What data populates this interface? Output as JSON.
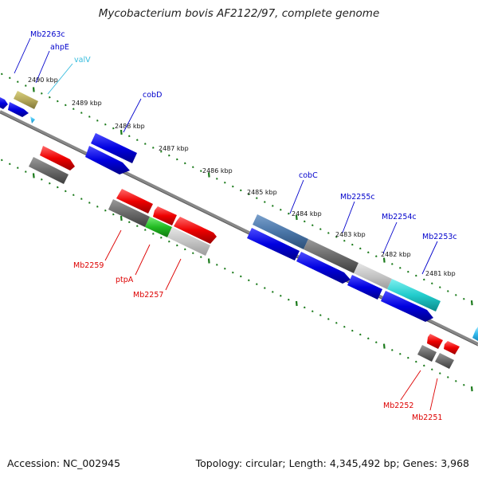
{
  "title": "Mycobacterium bovis AF2122/97, complete genome",
  "footer": {
    "accession": "Accession: NC_002945",
    "topology": "Topology: circular; Length: 4,345,492 bp; Genes: 3,968"
  },
  "colors": {
    "backbone": "#808080",
    "ticks": "#1a7a1a",
    "forward_label": "#0000cc",
    "reverse_label": "#dd0000",
    "trna_label": "#33bbdd"
  },
  "kbp_labels": [
    "2490 kbp",
    "2489 kbp",
    "2488 kbp",
    "2487 kbp",
    "2486 kbp",
    "2485 kbp",
    "2484 kbp",
    "2483 kbp",
    "2482 kbp",
    "2481 kbp"
  ],
  "genes": {
    "forward_labels": [
      "Mb2263c",
      "ahpE",
      "cobD",
      "cobC",
      "Mb2255c",
      "Mb2254c",
      "Mb2253c"
    ],
    "trna_labels": [
      "valV"
    ],
    "reverse_labels": [
      "Mb2259",
      "ptpA",
      "Mb2257",
      "Mb2252",
      "Mb2251"
    ]
  }
}
